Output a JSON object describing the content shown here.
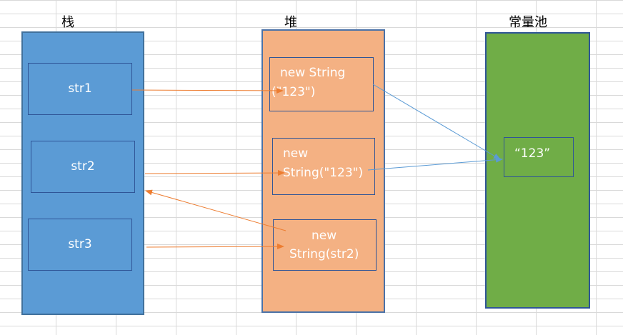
{
  "columns": {
    "stack": {
      "title": "栈"
    },
    "heap": {
      "title": "堆"
    },
    "pool": {
      "title": "常量池"
    }
  },
  "stack_items": [
    {
      "label": "str1"
    },
    {
      "label": "str2"
    },
    {
      "label": "str3"
    }
  ],
  "heap_items": [
    {
      "line1": "new String",
      "line2": "(\"123\")"
    },
    {
      "line1": "new",
      "line2": "String(\"123\")"
    },
    {
      "line1": "new",
      "line2": "String(str2)"
    }
  ],
  "pool_items": [
    {
      "label": "“123”"
    }
  ],
  "colors": {
    "stack_fill": "#5B9BD5",
    "stack_border": "#41719C",
    "stack_cell_border": "#2F5597",
    "heap_fill": "#F4B183",
    "heap_border": "#4A72A8",
    "heap_cell_border": "#2F5597",
    "pool_fill": "#70AD47",
    "pool_border": "#2F5597",
    "orange_arrow": "#ED7D31",
    "blue_arrow": "#5B9BD5"
  }
}
